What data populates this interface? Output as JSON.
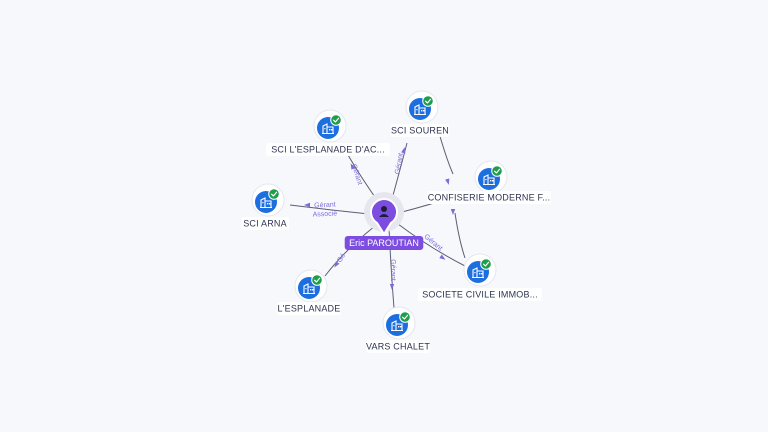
{
  "diagram": {
    "colors": {
      "company": "#1d6fe0",
      "person": "#7c4de0",
      "status_active": "#1f9d4c",
      "edge_label": "#7b6cd9"
    },
    "center": {
      "id": "person",
      "label": "Eric PAROUTIAN",
      "icon": "person-icon"
    },
    "nodes": [
      {
        "id": "sci-esplanade-ac",
        "label": "SCI L'ESPLANADE D'AC...",
        "icon": "company-building-icon",
        "status": "active"
      },
      {
        "id": "sci-souren",
        "label": "SCI SOUREN",
        "icon": "company-building-icon",
        "status": "active"
      },
      {
        "id": "confiserie",
        "label": "CONFISERIE MODERNE F...",
        "icon": "company-building-icon",
        "status": "active"
      },
      {
        "id": "sci-arna",
        "label": "SCI ARNA",
        "icon": "company-building-icon",
        "status": "active"
      },
      {
        "id": "societe-civile",
        "label": "SOCIETE CIVILE IMMOB...",
        "icon": "company-building-icon",
        "status": "active"
      },
      {
        "id": "esplanade",
        "label": "L'ESPLANADE",
        "icon": "company-building-icon",
        "status": "active"
      },
      {
        "id": "vars-chalet",
        "label": "VARS CHALET",
        "icon": "company-building-icon",
        "status": "active"
      }
    ],
    "edges": [
      {
        "from": "person",
        "to": "sci-esplanade-ac",
        "labels": [
          "Gérant"
        ]
      },
      {
        "from": "person",
        "to": "sci-souren",
        "labels": [
          "Gérant"
        ]
      },
      {
        "from": "sci-souren",
        "to": "confiserie",
        "labels": []
      },
      {
        "from": "person",
        "to": "confiserie",
        "labels": []
      },
      {
        "from": "person",
        "to": "sci-arna",
        "labels": [
          "Gérant",
          "Associé"
        ]
      },
      {
        "from": "person",
        "to": "societe-civile",
        "labels": [
          "Gérant"
        ]
      },
      {
        "from": "confiserie",
        "to": "societe-civile",
        "labels": []
      },
      {
        "from": "person",
        "to": "esplanade",
        "labels": [
          "Gé"
        ]
      },
      {
        "from": "person",
        "to": "vars-chalet",
        "labels": [
          "Gérant"
        ]
      }
    ]
  }
}
